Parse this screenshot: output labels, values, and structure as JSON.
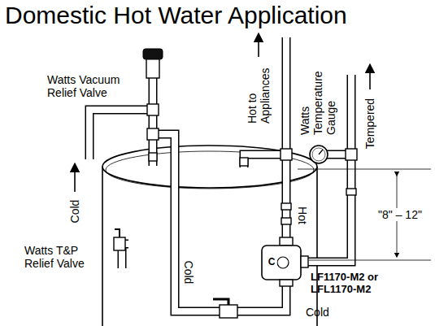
{
  "diagram": {
    "title": "Domestic Hot Water Application",
    "labels": [
      "Watts Vacuum Relief Valve",
      "Cold",
      "Watts T&P Relief Valve",
      "Cold",
      "Hot to Appliances",
      "Watts Temperature Gauge",
      "Tempered",
      "Hot",
      "\"8\" – 12\"",
      "C",
      "LF1170-M2 or LFL1170-M2",
      "Cold"
    ]
  }
}
